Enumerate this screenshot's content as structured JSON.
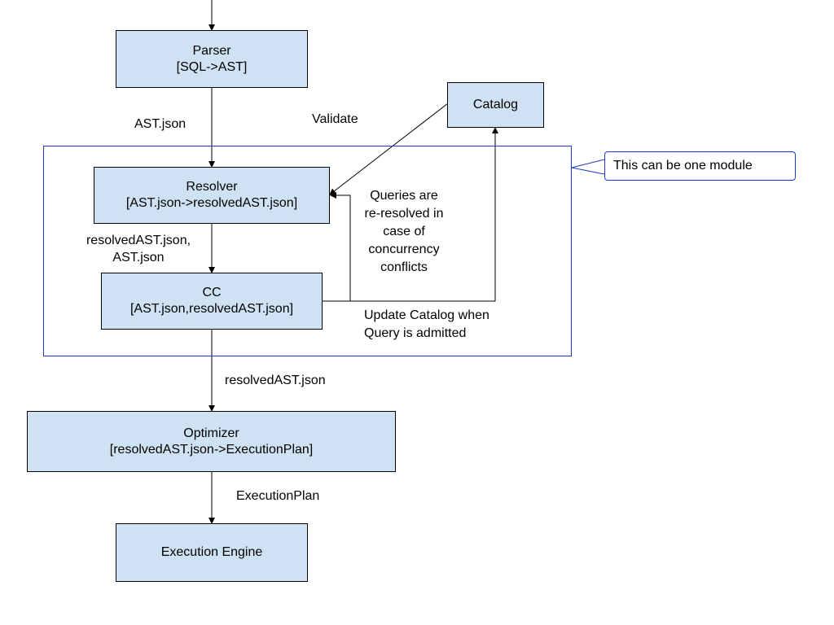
{
  "nodes": {
    "parser": {
      "title": "Parser",
      "subtitle": "[SQL->AST]"
    },
    "catalog": {
      "title": "Catalog"
    },
    "resolver": {
      "title": "Resolver",
      "subtitle": "[AST.json->resolvedAST.json]"
    },
    "cc": {
      "title": "CC",
      "subtitle": "[AST.json,resolvedAST.json]"
    },
    "optimizer": {
      "title": "Optimizer",
      "subtitle": "[resolvedAST.json->ExecutionPlan]"
    },
    "execution_engine": {
      "title": "Execution Engine"
    }
  },
  "edge_labels": {
    "ast_json": "AST.json",
    "validate": "Validate",
    "resolved_ast_line1": "resolvedAST.json,",
    "resolved_ast_line2": "AST.json",
    "requeue_line1": "Queries are",
    "requeue_line2": "re-resolved in",
    "requeue_line3": "case of",
    "requeue_line4": "concurrency",
    "requeue_line5": "conflicts",
    "update_line1": "Update Catalog when",
    "update_line2": "Query is admitted",
    "resolved_ast_json": "resolvedAST.json",
    "execution_plan": "ExecutionPlan"
  },
  "callout": {
    "text": "This can be one module"
  },
  "colors": {
    "box_fill": "#cfe2f3",
    "group_border": "#1c3bc8",
    "line": "#000000"
  }
}
